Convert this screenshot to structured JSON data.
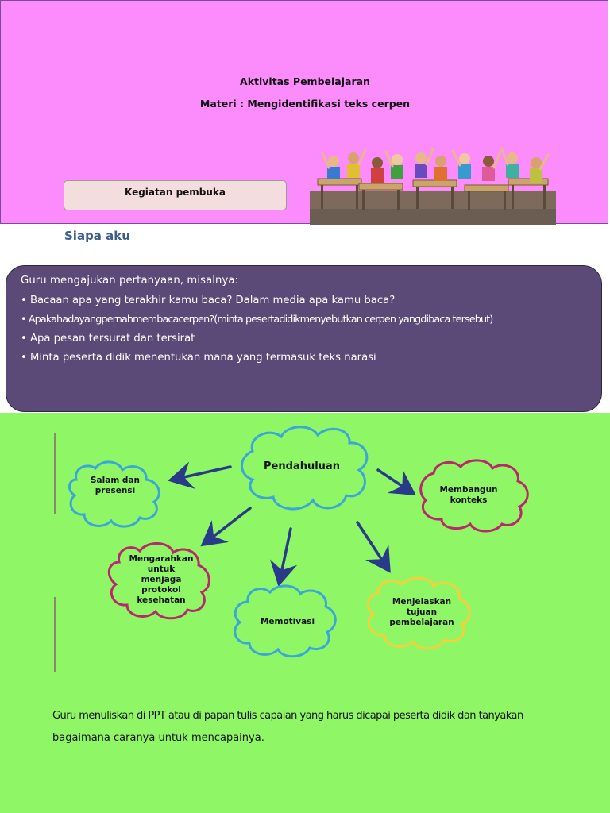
{
  "header": {
    "title": "Aktivitas Pembelajaran",
    "subtitle": "Materi : Mengidentifikasi teks cerpen",
    "opening_box": "Kegiatan pembuka"
  },
  "section": {
    "heading": "Siapa aku"
  },
  "questions": {
    "lead": "Guru mengajukan pertanyaan, misalnya:",
    "items": [
      "• Bacaan apa yang terakhir kamu baca? Dalam media apa kamu baca?",
      "• Apakahadayangpernahmembacacerpen?(minta pesertadidikmenyebutkan cerpen yangdibaca tersebut)",
      "• Apa pesan tersurat dan tersirat",
      "• Minta peserta didik menentukan mana yang termasuk teks narasi"
    ]
  },
  "diagram": {
    "center": "Pendahuluan",
    "nodes": {
      "salam": [
        "Salam dan",
        "presensi"
      ],
      "konteks": [
        "Membangun",
        "konteks"
      ],
      "protokol": [
        "Mengarahkan",
        "untuk",
        "menjaga",
        "protokol",
        "kesehatan"
      ],
      "motivasi": [
        "Memotivasi"
      ],
      "tujuan": [
        "Menjelaskan",
        "tujuan",
        "pembelajaran"
      ]
    },
    "colors": {
      "center": "#3aa7d8",
      "salam": "#3aa7d8",
      "konteks": "#b8286a",
      "protokol": "#b8286a",
      "motivasi": "#3aa7d8",
      "tujuan": "#f2d23a",
      "arrow": "#2a3a8a"
    }
  },
  "footer": {
    "line1": "Guru menuliskan di PPT atau di papan tulis capaian yang harus dicapai peserta didik dan tanyakan",
    "line2": "bagaimana caranya untuk mencapainya."
  },
  "colors": {
    "header_bg": "#fc8cfc",
    "purple_box": "#5b4978",
    "green_bg": "#8ff766",
    "heading": "#3b5f8c"
  }
}
